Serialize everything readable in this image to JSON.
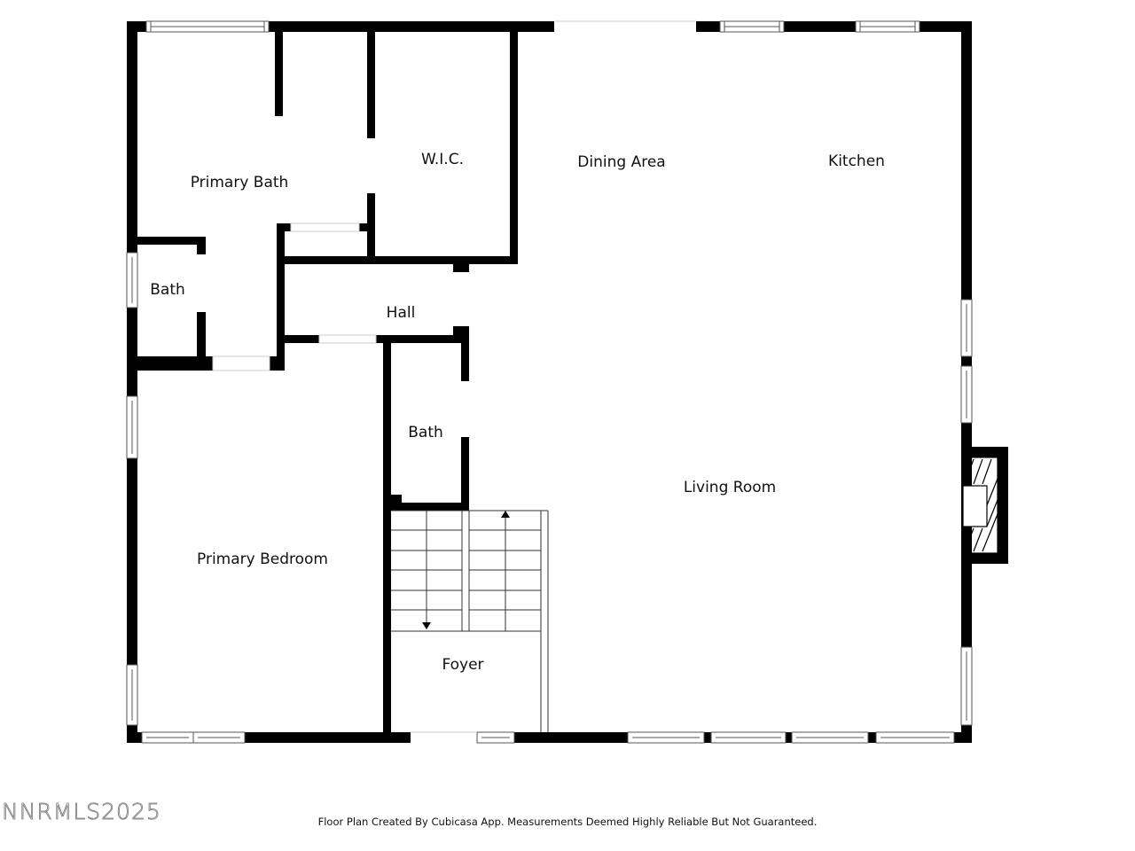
{
  "rooms": {
    "primary_bath": "Primary Bath",
    "wic": "W.I.C.",
    "dining_area": "Dining Area",
    "kitchen": "Kitchen",
    "bath_left": "Bath",
    "hall": "Hall",
    "bath_center": "Bath",
    "living_room": "Living Room",
    "primary_bedroom": "Primary Bedroom",
    "foyer": "Foyer"
  },
  "footer": {
    "disclaimer": "Floor Plan Created By Cubicasa App. Measurements Deemed Highly Reliable But Not Guaranteed."
  },
  "watermark": "NNRMLS2025",
  "colors": {
    "wall": "#000000",
    "window_line": "#555555",
    "background": "#ffffff"
  },
  "symbols": [
    "stair-up-arrow",
    "stair-down-arrow",
    "fireplace-hatch",
    "window",
    "door-opening"
  ]
}
